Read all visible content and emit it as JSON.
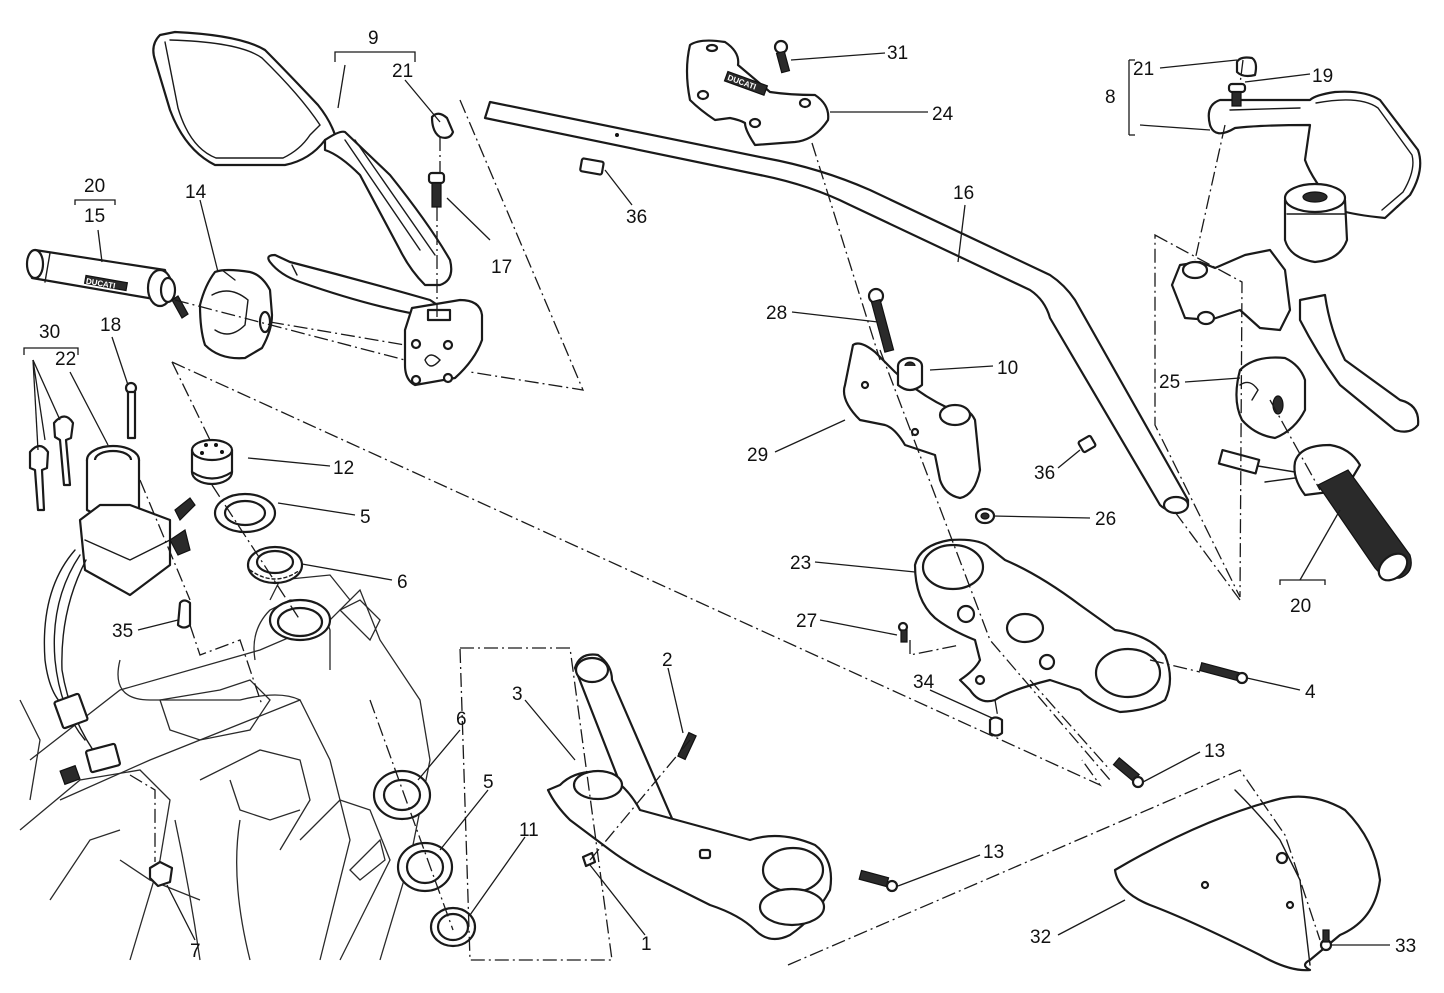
{
  "diagram": {
    "type": "exploded-parts-view",
    "subject": "Motorcycle handlebar and steering assembly",
    "background": "#ffffff",
    "line_color": "#1a1a1a",
    "brand_marking": "DUCATI",
    "callouts": [
      {
        "id": "c1",
        "label": "1",
        "part": "steering-stem-nut"
      },
      {
        "id": "c2",
        "label": "2",
        "part": "pin"
      },
      {
        "id": "c3",
        "label": "3",
        "part": "lower-triple-clamp-with-stem"
      },
      {
        "id": "c4",
        "label": "4",
        "part": "clamp-screw"
      },
      {
        "id": "c5a",
        "label": "5",
        "part": "upper-dust-seal"
      },
      {
        "id": "c5b",
        "label": "5",
        "part": "lower-dust-seal"
      },
      {
        "id": "c6a",
        "label": "6",
        "part": "upper-bearing"
      },
      {
        "id": "c6b",
        "label": "6",
        "part": "lower-bearing"
      },
      {
        "id": "c7",
        "label": "7",
        "part": "clip-nut"
      },
      {
        "id": "c8",
        "label": "8",
        "part": "right-mirror-assembly"
      },
      {
        "id": "c9",
        "label": "9",
        "part": "left-mirror-assembly"
      },
      {
        "id": "c10",
        "label": "10",
        "part": "handlebar-riser-bushing"
      },
      {
        "id": "c11",
        "label": "11",
        "part": "sealing-ring"
      },
      {
        "id": "c12",
        "label": "12",
        "part": "steering-head-ring-nut"
      },
      {
        "id": "c13a",
        "label": "13",
        "part": "upper-clamp-screw"
      },
      {
        "id": "c13b",
        "label": "13",
        "part": "lower-clamp-screw"
      },
      {
        "id": "c14",
        "label": "14",
        "part": "left-switch-unit"
      },
      {
        "id": "c15",
        "label": "15",
        "part": "left-grip"
      },
      {
        "id": "c16",
        "label": "16",
        "part": "handlebar"
      },
      {
        "id": "c17",
        "label": "17",
        "part": "mirror-screw-left"
      },
      {
        "id": "c18",
        "label": "18",
        "part": "ignition-switch-screw"
      },
      {
        "id": "c19",
        "label": "19",
        "part": "mirror-screw-right"
      },
      {
        "id": "c20a",
        "label": "20",
        "part": "left-grip-kit"
      },
      {
        "id": "c20b",
        "label": "20",
        "part": "right-throttle-grip-kit"
      },
      {
        "id": "c21a",
        "label": "21",
        "part": "cap-left"
      },
      {
        "id": "c21b",
        "label": "21",
        "part": "cap-right"
      },
      {
        "id": "c22",
        "label": "22",
        "part": "ignition-switch"
      },
      {
        "id": "c23",
        "label": "23",
        "part": "upper-triple-clamp"
      },
      {
        "id": "c24",
        "label": "24",
        "part": "handlebar-upper-clamp"
      },
      {
        "id": "c25",
        "label": "25",
        "part": "right-switch-unit"
      },
      {
        "id": "c26",
        "label": "26",
        "part": "washer"
      },
      {
        "id": "c27",
        "label": "27",
        "part": "screw"
      },
      {
        "id": "c28",
        "label": "28",
        "part": "riser-screw"
      },
      {
        "id": "c29",
        "label": "29",
        "part": "handlebar-riser"
      },
      {
        "id": "c30",
        "label": "30",
        "part": "key-set"
      },
      {
        "id": "c31",
        "label": "31",
        "part": "clamp-screw-top"
      },
      {
        "id": "c32",
        "label": "32",
        "part": "cover"
      },
      {
        "id": "c33",
        "label": "33",
        "part": "cover-screw"
      },
      {
        "id": "c34",
        "label": "34",
        "part": "plug"
      },
      {
        "id": "c35",
        "label": "35",
        "part": "rubber-grommet"
      },
      {
        "id": "c36a",
        "label": "36",
        "part": "cable-clip-left"
      },
      {
        "id": "c36b",
        "label": "36",
        "part": "cable-clip-right"
      }
    ]
  }
}
